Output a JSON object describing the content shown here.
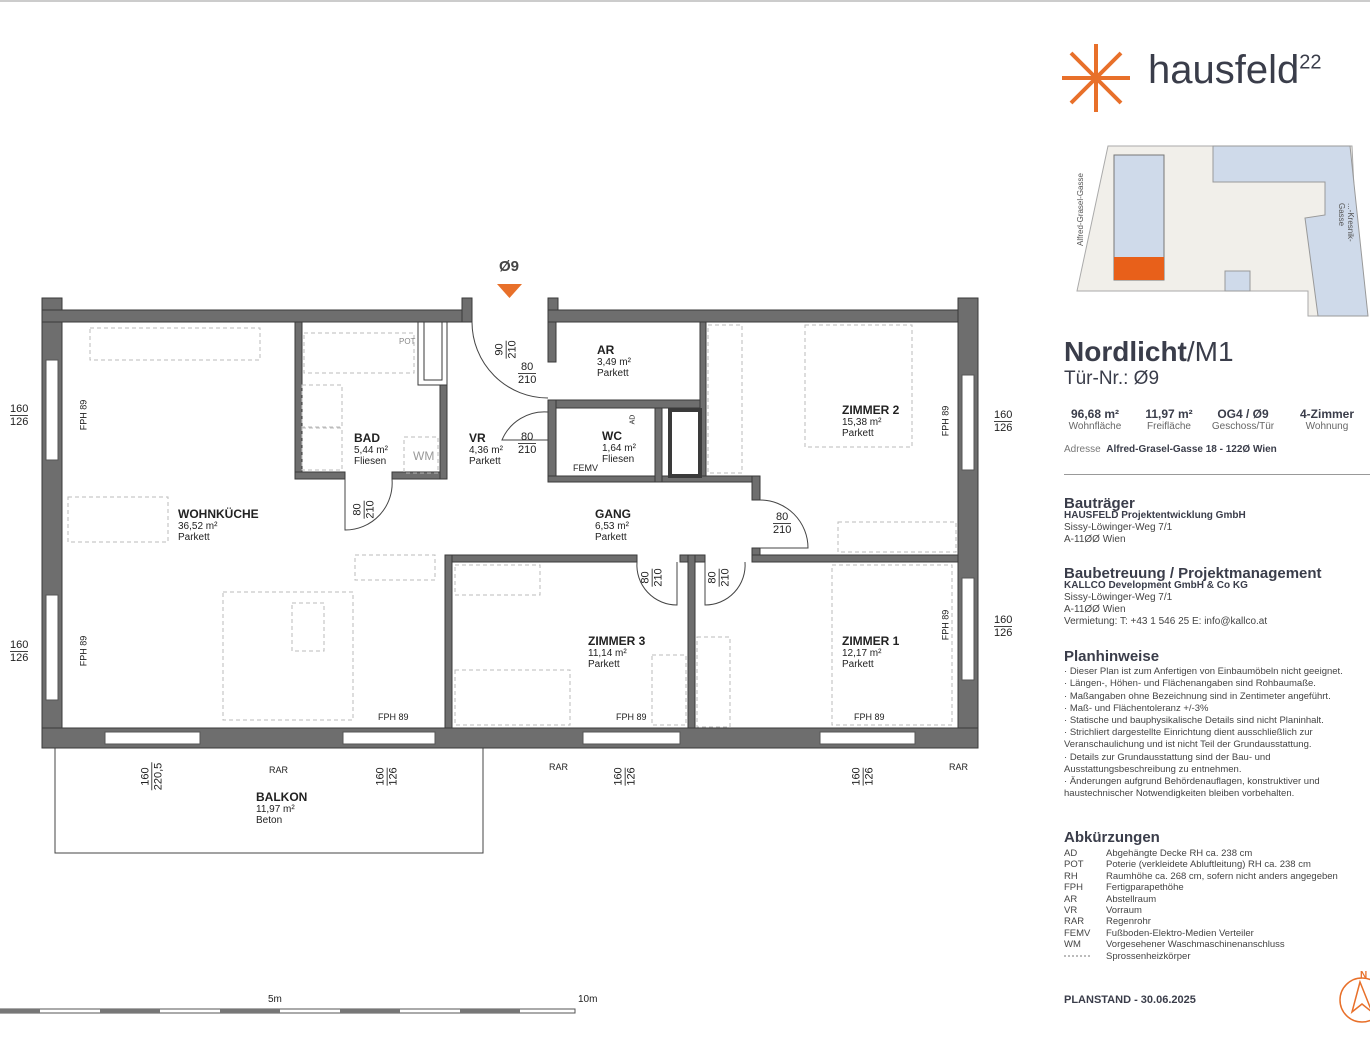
{
  "brand": {
    "name": "hausfeld",
    "sup": "22",
    "accent": "#e8702a",
    "text_color": "#3a3d4a"
  },
  "site_map": {
    "street_left": "Alfred-Grasel-Gasse",
    "street_right": "...-Kresnik-Gasse"
  },
  "unit": {
    "title": "Nordlicht",
    "model": "/M1",
    "door": "Tür-Nr.: Ø9"
  },
  "stats": [
    {
      "value": "96,68 m²",
      "label": "Wohnfläche"
    },
    {
      "value": "11,97 m²",
      "label": "Freifläche"
    },
    {
      "value": "OG4 / Ø9",
      "label": "Geschoss/Tür"
    },
    {
      "value": "4-Zimmer",
      "label": "Wohnung"
    }
  ],
  "address": {
    "label": "Adresse",
    "value": "Alfred-Grasel-Gasse 18 - 122Ø Wien"
  },
  "bautraeger": {
    "heading": "Bauträger",
    "company": "HAUSFELD Projektentwicklung GmbH",
    "street": "Sissy-Löwinger-Weg 7/1",
    "city": "A-11ØØ Wien"
  },
  "baubetreuung": {
    "heading": "Baubetreuung / Projektmanagement",
    "company": "KALLCO Development GmbH & Co KG",
    "street": "Sissy-Löwinger-Weg 7/1",
    "city": "A-11ØØ Wien",
    "contact": "Vermietung: T: +43 1 546 25  E: info@kallco.at"
  },
  "planhinweise": {
    "heading": "Planhinweise",
    "items": [
      "Dieser Plan ist zum Anfertigen von Einbaumöbeln nicht geeignet.",
      "Längen-, Höhen- und Flächenangaben sind Rohbaumaße.",
      "Maßangaben ohne Bezeichnung sind in Zentimeter angeführt.",
      "Maß- und Flächentoleranz +/-3%",
      "Statische und bauphysikalische Details sind nicht Planinhalt.",
      "Strichliert dargestellte Einrichtung dient ausschließlich zur Veranschaulichung und ist nicht Teil der Grundausstattung.",
      "Details zur Grundausstattung sind der Bau- und Ausstattungsbeschreibung zu entnehmen.",
      "Änderungen aufgrund Behördenauflagen, konstruktiver und haustechnischer Notwendigkeiten bleiben vorbehalten."
    ]
  },
  "abkuerzungen": {
    "heading": "Abkürzungen",
    "items": [
      {
        "k": "AD",
        "v": "Abgehängte Decke RH ca. 238 cm"
      },
      {
        "k": "POT",
        "v": "Poterie (verkleidete Abluftleitung) RH ca. 238 cm"
      },
      {
        "k": "RH",
        "v": "Raumhöhe ca. 268 cm, sofern nicht anders angegeben"
      },
      {
        "k": "FPH",
        "v": "Fertigparapethöhe"
      },
      {
        "k": "AR",
        "v": "Abstellraum"
      },
      {
        "k": "VR",
        "v": "Vorraum"
      },
      {
        "k": "RAR",
        "v": "Regenrohr"
      },
      {
        "k": "FEMV",
        "v": "Fußboden-Elektro-Medien Verteiler"
      },
      {
        "k": "WM",
        "v": "Vorgesehener Waschmaschinenanschluss"
      },
      {
        "k": "",
        "v": "Sprossenheizkörper"
      }
    ]
  },
  "planstand": "PLANSTAND - 30.06.2025",
  "compass": {
    "label": "N"
  },
  "entry": {
    "label": "Ø9"
  },
  "rooms": [
    {
      "name": "WOHNKÜCHE",
      "area": "36,52 m²",
      "floor": "Parkett"
    },
    {
      "name": "BAD",
      "area": "5,44 m²",
      "floor": "Fliesen"
    },
    {
      "name": "VR",
      "area": "4,36 m²",
      "floor": "Parkett"
    },
    {
      "name": "AR",
      "area": "3,49 m²",
      "floor": "Parkett"
    },
    {
      "name": "WC",
      "area": "1,64 m²",
      "floor": "Fliesen"
    },
    {
      "name": "ZIMMER 2",
      "area": "15,38 m²",
      "floor": "Parkett"
    },
    {
      "name": "GANG",
      "area": "6,53 m²",
      "floor": "Parkett"
    },
    {
      "name": "ZIMMER 3",
      "area": "11,14 m²",
      "floor": "Parkett"
    },
    {
      "name": "ZIMMER 1",
      "area": "12,17 m²",
      "floor": "Parkett"
    },
    {
      "name": "BALKON",
      "area": "11,97 m²",
      "floor": "Beton"
    }
  ],
  "dims": [
    {
      "a": "160",
      "b": "126"
    },
    {
      "a": "160",
      "b": "126"
    },
    {
      "a": "160",
      "b": "126"
    },
    {
      "a": "160",
      "b": "126"
    },
    {
      "a": "160",
      "b": "220,5"
    },
    {
      "a": "160",
      "b": "126"
    },
    {
      "a": "160",
      "b": "126"
    },
    {
      "a": "160",
      "b": "126"
    },
    {
      "a": "90",
      "b": "210"
    },
    {
      "a": "80",
      "b": "210"
    },
    {
      "a": "80",
      "b": "210"
    },
    {
      "a": "80",
      "b": "210"
    },
    {
      "a": "80",
      "b": "210"
    },
    {
      "a": "80",
      "b": "210"
    },
    {
      "a": "80",
      "b": "210"
    }
  ],
  "labels": {
    "fph": "FPH 89",
    "rar": "RAR",
    "pot": "POT",
    "ad": "AD",
    "femv": "FEMV",
    "wm": "WM"
  },
  "scale": {
    "mid": "5m",
    "end": "10m"
  }
}
